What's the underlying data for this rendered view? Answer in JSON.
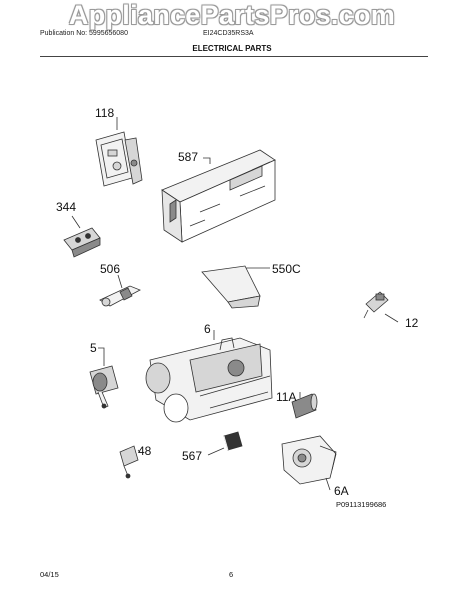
{
  "watermark": "AppliancePartsPros.com",
  "header": {
    "publication": "Publication No: 5995656080",
    "model": "EI24CD35RS3A",
    "section_title": "ELECTRICAL PARTS"
  },
  "parts": {
    "p118": "118",
    "p587": "587",
    "p344": "344",
    "p506": "506",
    "p550c": "550C",
    "p12": "12",
    "p6": "6",
    "p5": "5",
    "p11a": "11A",
    "p48": "48",
    "p567": "567",
    "p6a": "6A"
  },
  "footer": {
    "ref_code": "P09113199686",
    "date": "04/15",
    "page": "6"
  },
  "colors": {
    "line": "#333333",
    "fill_light": "#f2f2f2",
    "fill_mid": "#d6d6d6",
    "fill_dark": "#8a8a8a"
  }
}
